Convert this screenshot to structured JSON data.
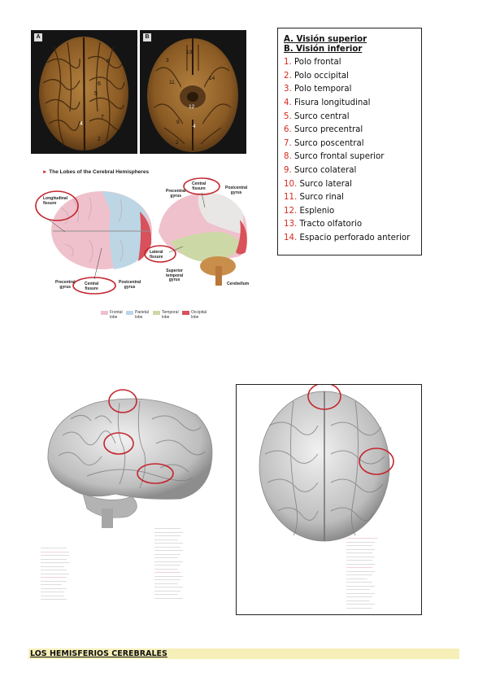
{
  "legend": {
    "header_a": "A. Visión superior",
    "header_b": "B. Visión inferior",
    "items": [
      {
        "num": "1.",
        "label": "Polo frontal"
      },
      {
        "num": "2.",
        "label": "Polo occipital"
      },
      {
        "num": "3.",
        "label": "Polo temporal"
      },
      {
        "num": "4.",
        "label": "Fisura longitudinal"
      },
      {
        "num": "5.",
        "label": "Surco central"
      },
      {
        "num": "6.",
        "label": "Surco precentral"
      },
      {
        "num": "7.",
        "label": "Surco poscentral"
      },
      {
        "num": "8.",
        "label": "Surco frontal superior"
      },
      {
        "num": "9.",
        "label": "Surco colateral"
      },
      {
        "num": "10.",
        "label": "Surco lateral"
      },
      {
        "num": "11.",
        "label": "Surco rinal"
      },
      {
        "num": "12.",
        "label": "Esplenio"
      },
      {
        "num": "13.",
        "label": "Tracto olfatorio"
      },
      {
        "num": "14.",
        "label": "Espacio perforado anterior"
      }
    ],
    "num_color": "#d42a1f"
  },
  "photos": {
    "superior_letter": "A",
    "inferior_letter": "B",
    "superior_numbers": [
      "8",
      "6",
      "5",
      "4",
      "7",
      "2"
    ],
    "inferior_numbers": [
      "13",
      "1",
      "3",
      "11",
      "14",
      "12",
      "9",
      "4",
      "2"
    ]
  },
  "lobes": {
    "arrow": "►",
    "title": "The Lobes of the Cerebral Hemispheres",
    "labels": {
      "longitudinal": [
        "Longitudinal",
        "fissure"
      ],
      "precentral_top": [
        "Precentral",
        "gyrus"
      ],
      "central_top": [
        "Central",
        "fissure"
      ],
      "postcentral_top": [
        "Postcentral",
        "gyrus"
      ],
      "lateral": [
        "Lateral",
        "fissure"
      ],
      "superior_temporal": [
        "Superior",
        "temporal",
        "gyrus"
      ],
      "cerebellum": "Cerebellum",
      "precentral_bottom": [
        "Precentral",
        "gyrus"
      ],
      "central_bottom": [
        "Central",
        "fissure"
      ],
      "postcentral_bottom": [
        "Postcentral",
        "gyrus"
      ]
    },
    "key": [
      {
        "label": [
          "Frontal",
          "lobe"
        ],
        "color": "#efc1cc"
      },
      {
        "label": [
          "Parietal",
          "lobe"
        ],
        "color": "#bcd6e6"
      },
      {
        "label": [
          "Temporal",
          "lobe"
        ],
        "color": "#ccd9a6"
      },
      {
        "label": [
          "Occipital",
          "lobe"
        ],
        "color": "#d8515b"
      }
    ]
  },
  "footer": {
    "title": "LOS HEMISFERIOS CEREBRALES"
  }
}
